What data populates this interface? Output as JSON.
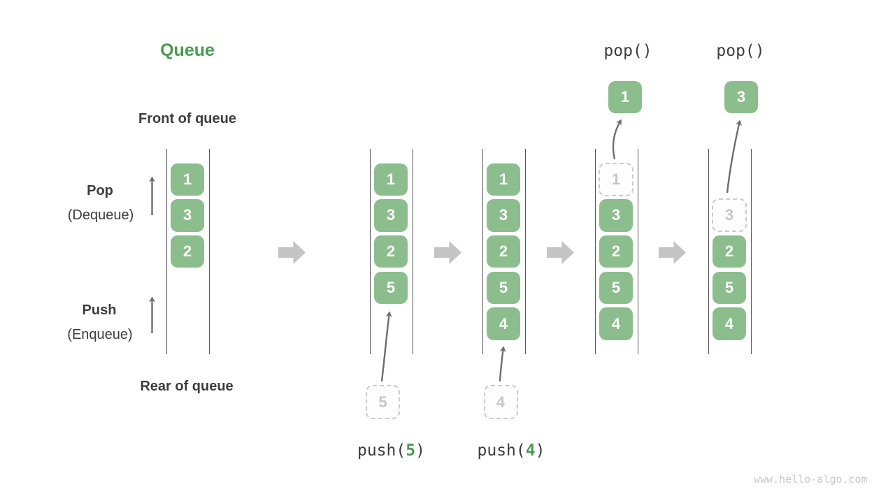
{
  "title": "Queue",
  "labels": {
    "front": "Front of queue",
    "rear": "Rear of queue",
    "pop_op": "Pop",
    "pop_sub": "(Dequeue)",
    "push_op": "Push",
    "push_sub": "(Enqueue)"
  },
  "watermark": "www.hello-algo.com",
  "colors": {
    "box_green": "#8bbe8c",
    "accent_green": "#4a9b50",
    "text_dark": "#3d3d3d",
    "dashed_border": "#cbcbcb",
    "wall_gray": "#565656",
    "thin_arrow_gray": "#6e6e6e",
    "block_arrow_gray": "#c4c4c4",
    "watermark_gray": "#c9c9c9"
  },
  "states": [
    {
      "name": "initial",
      "slots": [
        {
          "row": 0,
          "value": "1",
          "kind": "solid"
        },
        {
          "row": 1,
          "value": "3",
          "kind": "solid"
        },
        {
          "row": 2,
          "value": "2",
          "kind": "solid"
        }
      ]
    },
    {
      "name": "after-push-5",
      "slots": [
        {
          "row": 0,
          "value": "1",
          "kind": "solid"
        },
        {
          "row": 1,
          "value": "3",
          "kind": "solid"
        },
        {
          "row": 2,
          "value": "2",
          "kind": "solid"
        },
        {
          "row": 3,
          "value": "5",
          "kind": "solid"
        }
      ],
      "push": {
        "incoming_value": "5",
        "label_prefix": "push(",
        "label_arg": "5",
        "label_suffix": ")"
      }
    },
    {
      "name": "after-push-4",
      "slots": [
        {
          "row": 0,
          "value": "1",
          "kind": "solid"
        },
        {
          "row": 1,
          "value": "3",
          "kind": "solid"
        },
        {
          "row": 2,
          "value": "2",
          "kind": "solid"
        },
        {
          "row": 3,
          "value": "5",
          "kind": "solid"
        },
        {
          "row": 4,
          "value": "4",
          "kind": "solid"
        }
      ],
      "push": {
        "incoming_value": "4",
        "label_prefix": "push(",
        "label_arg": "4",
        "label_suffix": ")"
      }
    },
    {
      "name": "pop-1",
      "slots": [
        {
          "row": 0,
          "value": "1",
          "kind": "dashed"
        },
        {
          "row": 1,
          "value": "3",
          "kind": "solid"
        },
        {
          "row": 2,
          "value": "2",
          "kind": "solid"
        },
        {
          "row": 3,
          "value": "5",
          "kind": "solid"
        },
        {
          "row": 4,
          "value": "4",
          "kind": "solid"
        }
      ],
      "pop": {
        "label": "pop()",
        "popped_value": "1"
      }
    },
    {
      "name": "pop-3",
      "slots": [
        {
          "row": 1,
          "value": "3",
          "kind": "dashed"
        },
        {
          "row": 2,
          "value": "2",
          "kind": "solid"
        },
        {
          "row": 3,
          "value": "5",
          "kind": "solid"
        },
        {
          "row": 4,
          "value": "4",
          "kind": "solid"
        }
      ],
      "pop": {
        "label": "pop()",
        "popped_value": "3"
      }
    }
  ]
}
